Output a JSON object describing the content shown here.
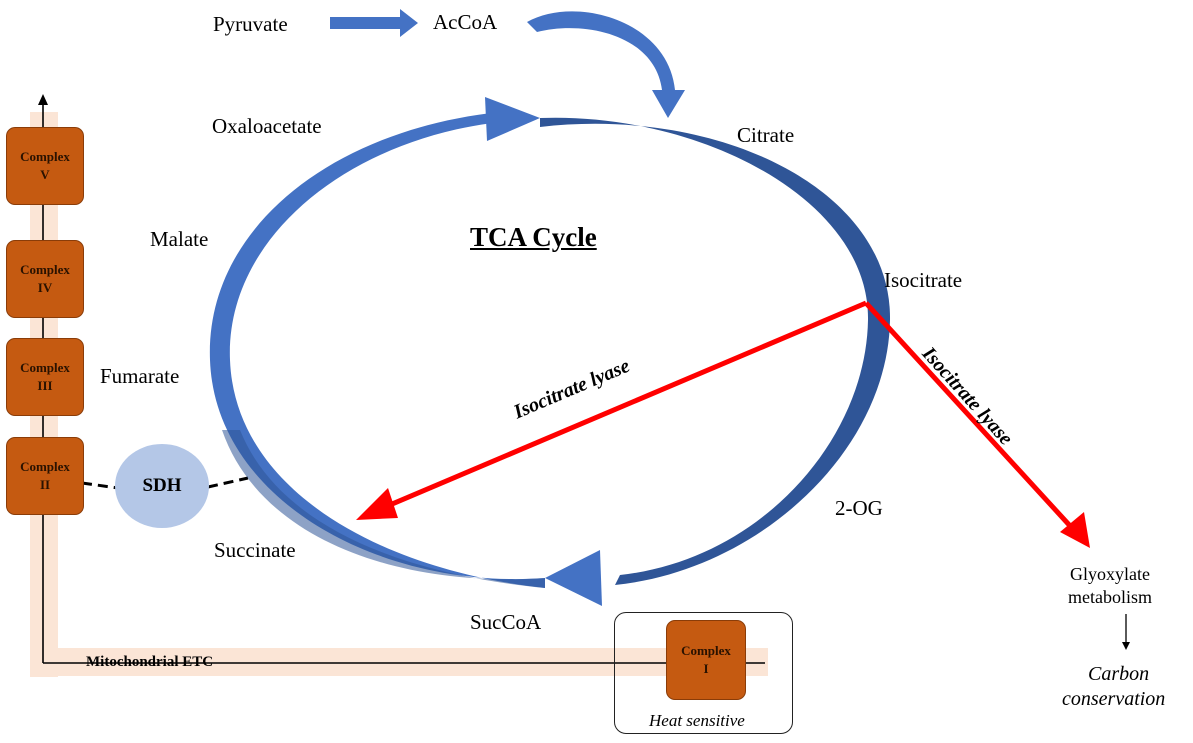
{
  "diagram": {
    "title": "TCA Cycle",
    "metabolites": {
      "pyruvate": "Pyruvate",
      "accoa": "AcCoA",
      "oxaloacetate": "Oxaloacetate",
      "citrate": "Citrate",
      "malate": "Malate",
      "isocitrate": "Isocitrate",
      "fumarate": "Fumarate",
      "succinate": "Succinate",
      "og2": "2-OG",
      "succoa": "SucCoA"
    },
    "enzyme": {
      "lyase_left": "Isocitrate lyase",
      "lyase_right": "Isocitrate lyase",
      "sdh": "SDH"
    },
    "glyoxylate": {
      "line1": "Glyoxylate",
      "line2": "metabolism",
      "carbon1": "Carbon",
      "carbon2": "conservation"
    },
    "etc": {
      "label": "Mitochondrial ETC",
      "heat_label": "Heat sensitive",
      "complexes": [
        {
          "name": "Complex",
          "num": "V"
        },
        {
          "name": "Complex",
          "num": "IV"
        },
        {
          "name": "Complex",
          "num": "III"
        },
        {
          "name": "Complex",
          "num": "II"
        },
        {
          "name": "Complex",
          "num": "I"
        }
      ]
    },
    "colors": {
      "cycle_blue": "#4472c4",
      "cycle_dark": "#2f5597",
      "lyase_red": "#ff0000",
      "complex_orange": "#c55a11",
      "etc_band": "#fbe5d6",
      "sdh_fill": "#b4c7e7"
    }
  }
}
